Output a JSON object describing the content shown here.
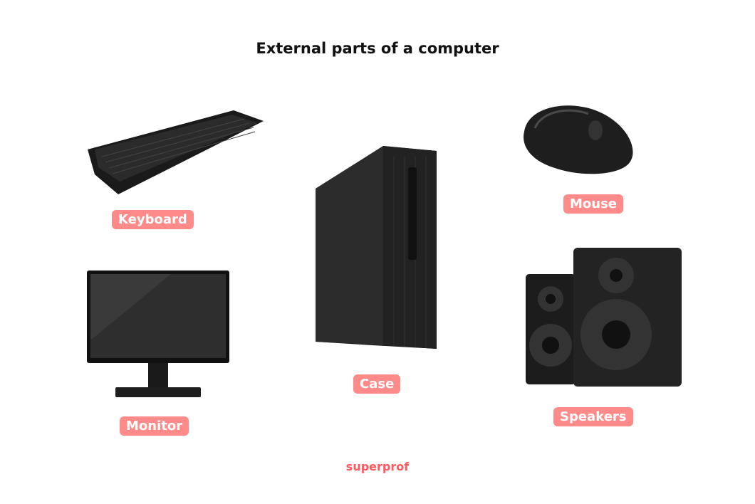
{
  "title": "External parts of a computer",
  "parts": [
    {
      "label": "Keyboard"
    },
    {
      "label": "Monitor"
    },
    {
      "label": "Case"
    },
    {
      "label": "Mouse"
    },
    {
      "label": "Speakers"
    }
  ],
  "brand": "superprof",
  "colors": {
    "label_bg": "#ff8a8a",
    "brand": "#ff5a5f",
    "device": "#1e1e1e"
  }
}
